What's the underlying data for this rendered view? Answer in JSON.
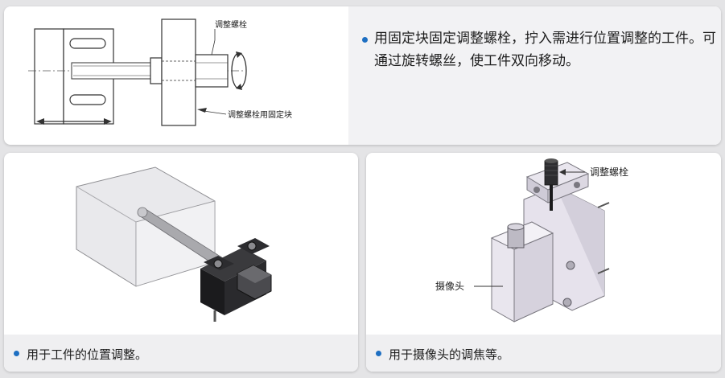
{
  "top_panel": {
    "callout_bolt": "调整螺栓",
    "callout_block": "调整螺栓用固定块",
    "description": "用固定块固定调整螺栓，拧入需进行位置调整的工件。可通过旋转螺丝，使工件双向移动。"
  },
  "bottom_left": {
    "caption": "用于工件的位置调整。"
  },
  "bottom_right": {
    "callout_bolt": "调整螺栓",
    "callout_camera": "摄像头",
    "caption": "用于摄像头的调焦等。"
  },
  "colors": {
    "bullet": "#1e6fc2",
    "background": "#e4e4e6"
  },
  "icons": [
    "rotation-arrow-icon",
    "double-arrow-icon",
    "bullet-dot-icon"
  ]
}
